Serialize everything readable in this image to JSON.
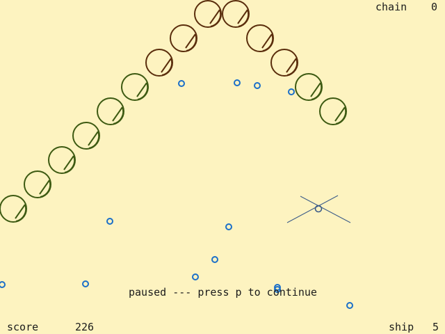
{
  "hud": {
    "chain_label": "chain",
    "chain_value": "0",
    "score_label": "score",
    "score_value": "226",
    "ship_label": "ship",
    "ship_value": "5"
  },
  "message": "paused --- press p to continue",
  "colors": {
    "background": "#fdf3c0",
    "text": "#1a1a1a",
    "ring_green": "#3d5a12",
    "ring_brown": "#5a2d0c",
    "bubble_blue": "#1b6fc8",
    "ship_line": "#3a5a88"
  },
  "icons": {
    "ring": "ring-enemy-icon",
    "bubble": "bubble-icon",
    "ship": "ship-crosshair-icon"
  }
}
